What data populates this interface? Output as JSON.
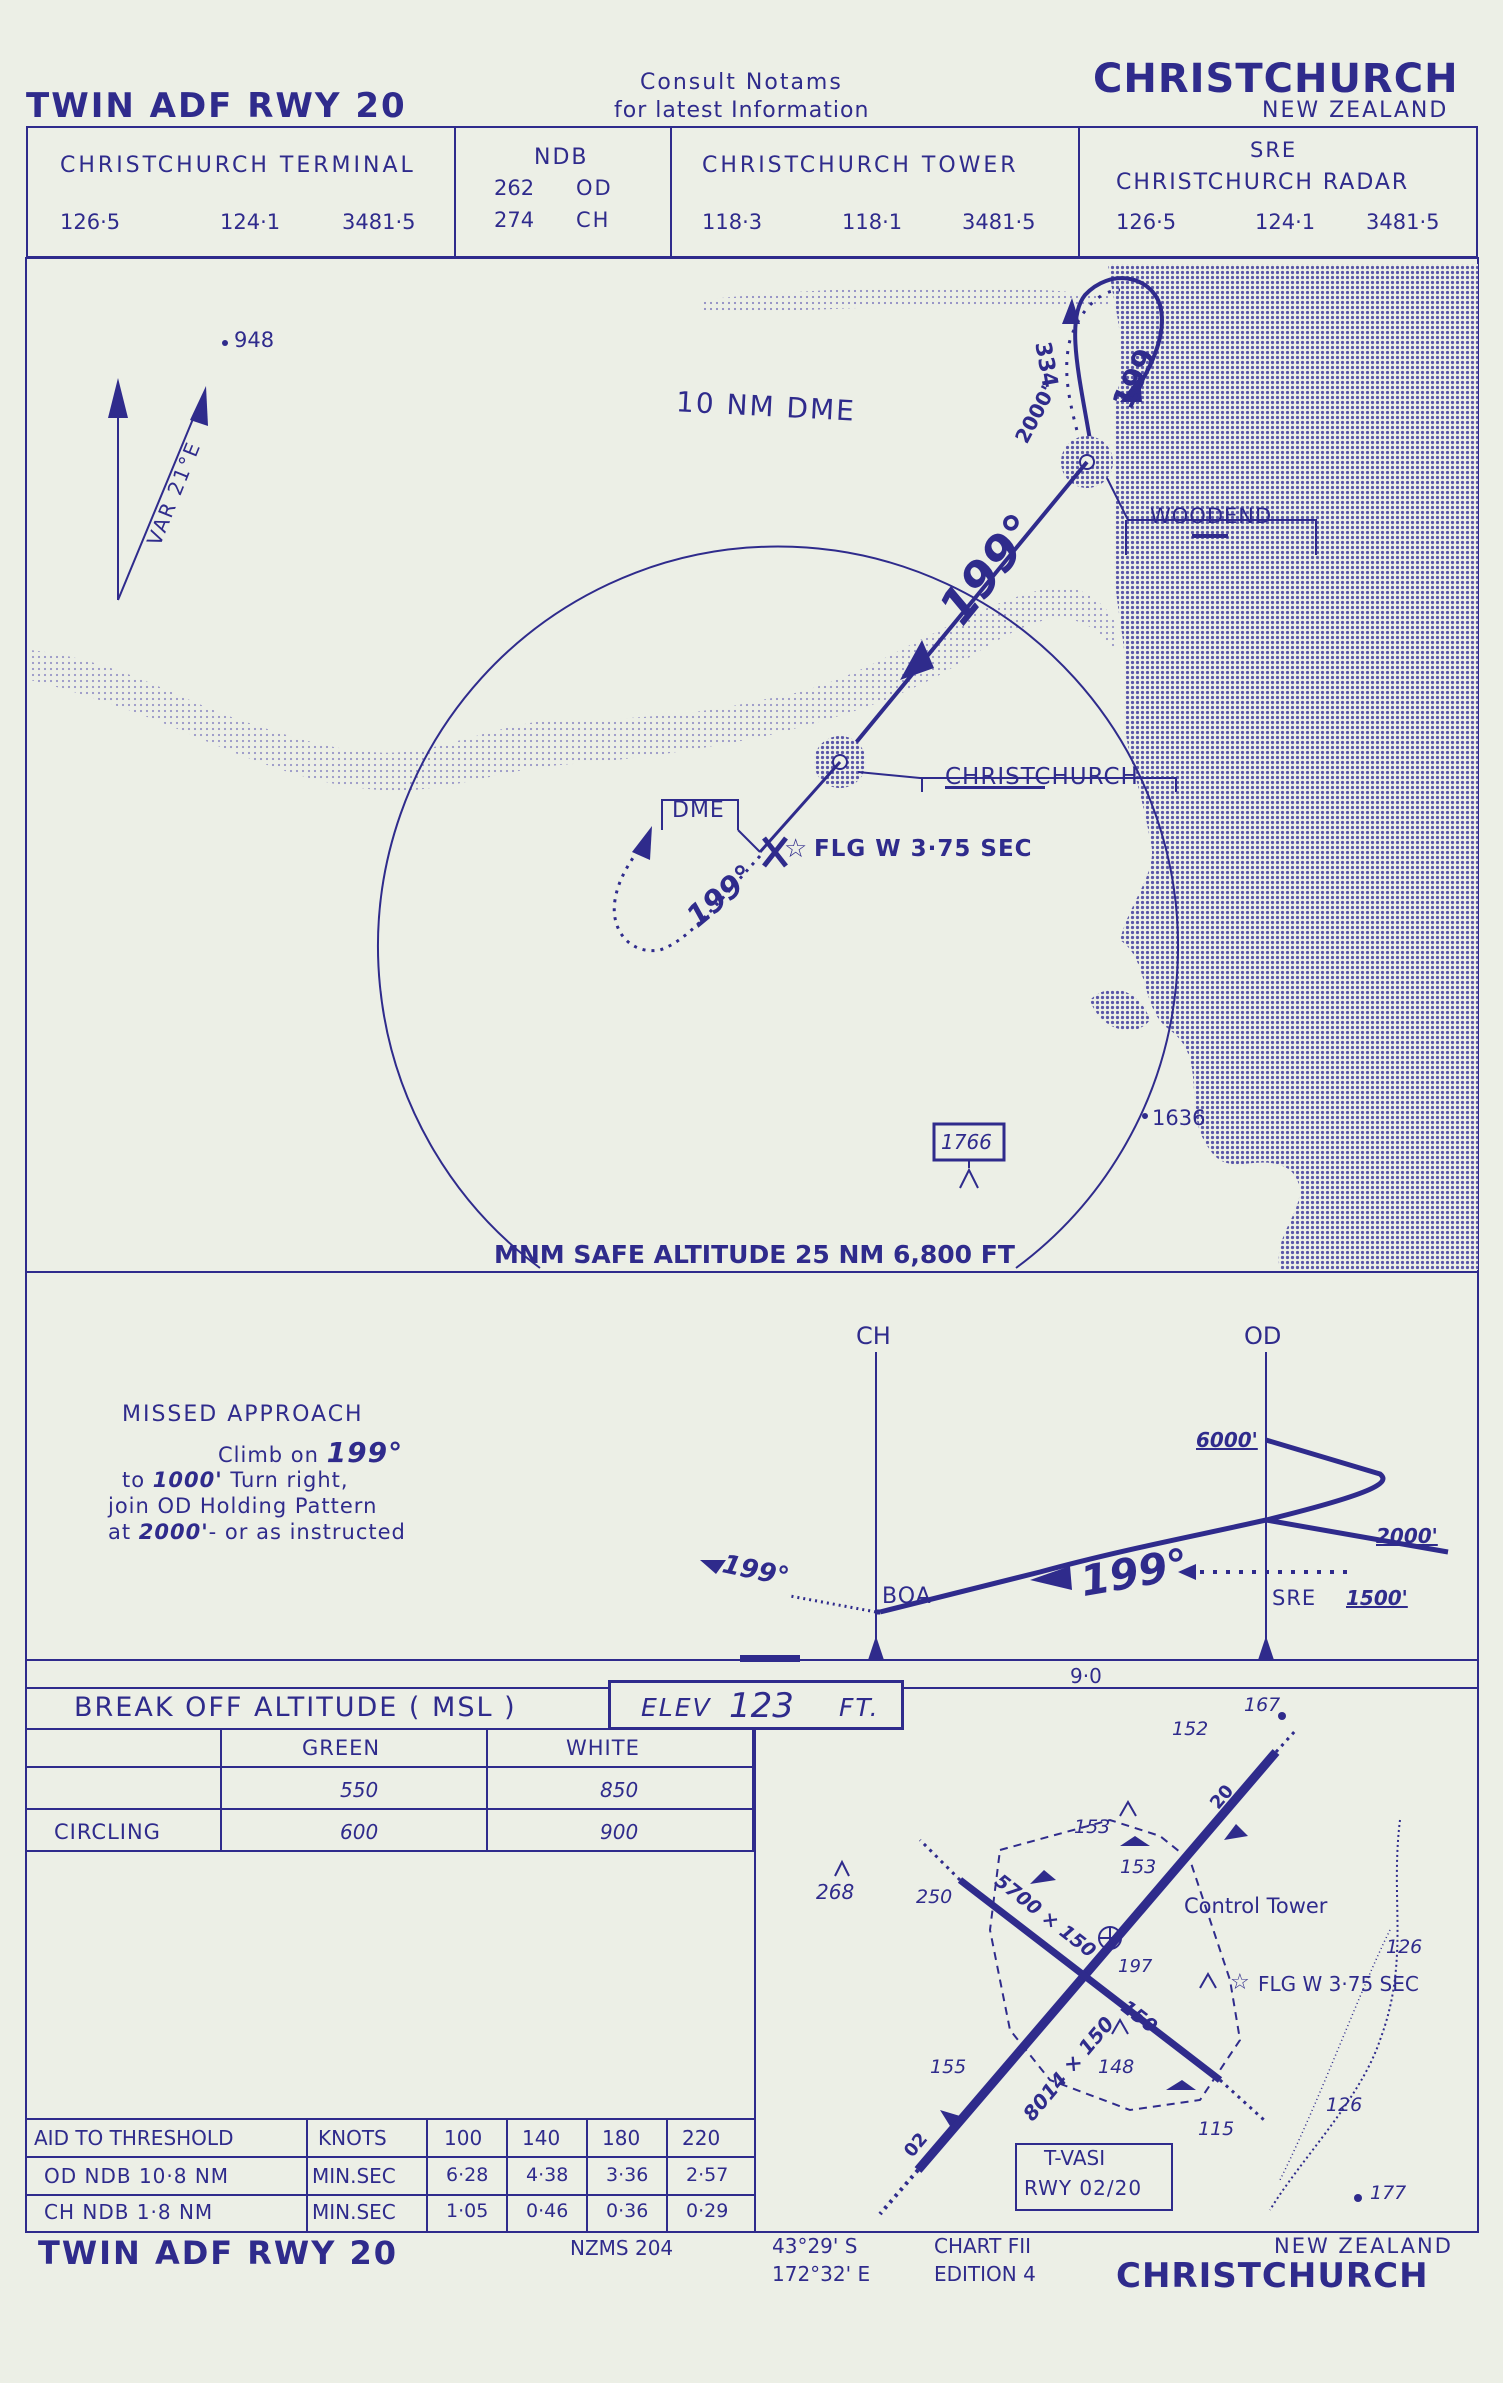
{
  "header": {
    "procedure": "TWIN ADF RWY 20",
    "notice_line1": "Consult Notams",
    "notice_line2": "for latest Information",
    "airport": "CHRISTCHURCH",
    "country": "NEW ZEALAND"
  },
  "comms": {
    "terminal": {
      "label": "CHRISTCHURCH TERMINAL",
      "freqs": [
        "126·5",
        "124·1",
        "3481·5"
      ]
    },
    "ndb": {
      "label": "NDB",
      "rows": [
        [
          "262",
          "OD"
        ],
        [
          "274",
          "CH"
        ]
      ]
    },
    "tower": {
      "label": "CHRISTCHURCH TOWER",
      "freqs": [
        "118·3",
        "118·1",
        "3481·5"
      ]
    },
    "radar": {
      "label1": "SRE",
      "label2": "CHRISTCHURCH RADAR",
      "freqs": [
        "126·5",
        "124·1",
        "3481·5"
      ]
    }
  },
  "plan": {
    "spot_948": "948",
    "variation": "VAR 21°E",
    "dme_arc": "10 NM DME",
    "course_inbound": "199°",
    "hold_outbound": "334",
    "hold_inbound": "199",
    "hold_alt": "2000'",
    "fix_woodend": "WOODEND",
    "fix_christchurch": "CHRISTCHURCH",
    "dme_label": "DME",
    "course_missed": "199°",
    "beacon_label": "FLG W 3·75 SEC",
    "spot_1636": "1636",
    "obstacle": "1766",
    "msa": "MNM SAFE ALTITUDE 25 NM 6,800 FT"
  },
  "profile": {
    "missed_title": "MISSED APPROACH",
    "missed_line1_a": "Climb on ",
    "missed_line1_b": "199°",
    "missed_line2_a": "to ",
    "missed_line2_b": "1000'",
    "missed_line2_c": " Turn right,",
    "missed_line3": "join OD Holding Pattern",
    "missed_line4_a": "at ",
    "missed_line4_b": "2000'",
    "missed_line4_c": "- or as instructed",
    "ch": "CH",
    "od": "OD",
    "alt_6000": "6000'",
    "alt_2000": "2000'",
    "alt_1500": "1500'",
    "sre": "SRE",
    "course": "199°",
    "missed_course": "199°",
    "boa": "BOA",
    "distance": "9·0"
  },
  "minima": {
    "title": "BREAK OFF ALTITUDE ( MSL )",
    "elev_prefix": "ELEV",
    "elev_value": "123",
    "elev_unit": "FT.",
    "col_green": "GREEN",
    "col_white": "WHITE",
    "straight": [
      "550",
      "850"
    ],
    "circling_label": "CIRCLING",
    "circling": [
      "600",
      "900"
    ]
  },
  "timing": {
    "h0": "AID TO THRESHOLD",
    "h1": "KNOTS",
    "speeds": [
      "100",
      "140",
      "180",
      "220"
    ],
    "od_aid": "OD NDB 10·8 NM",
    "od_unit": "MIN.SEC",
    "od_times": [
      "6·28",
      "4·38",
      "3·36",
      "2·57"
    ],
    "ch_aid": "CH NDB 1·8 NM",
    "ch_unit": "MIN.SEC",
    "ch_times": [
      "1·05",
      "0·46",
      "0·36",
      "0·29"
    ]
  },
  "aerodrome": {
    "e167": "167",
    "e152": "152",
    "e153a": "153",
    "e153b": "153",
    "e268": "268",
    "e250": "250",
    "rwy_short": "5700 × 150",
    "tower": "Control Tower",
    "e197": "197",
    "e126a": "126",
    "beacon": "FLG W 3·75 SEC",
    "e150": "150",
    "e155": "155",
    "e148": "148",
    "rwy_long": "8014 × 150",
    "e115": "115",
    "e126b": "126",
    "vasi1": "T-VASI",
    "vasi2": "RWY 02/20",
    "e177": "177",
    "rwy_02": "02",
    "rwy_20": "20"
  },
  "footer": {
    "procedure": "TWIN ADF RWY 20",
    "map_ref": "NZMS 204",
    "lat": "43°29' S",
    "lon": "172°32' E",
    "chart": "CHART FII",
    "edition": "EDITION 4",
    "country": "NEW ZEALAND",
    "airport": "CHRISTCHURCH"
  }
}
